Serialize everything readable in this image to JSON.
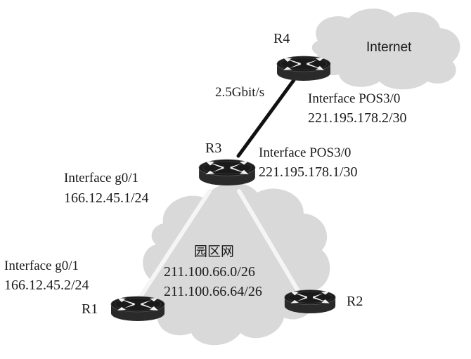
{
  "colors": {
    "cloud_fill": "#d9d9d9",
    "router_body": "#2a2a2a",
    "router_top": "#1a1a1a",
    "router_arrows": "#f2f2f2",
    "wan_link": "#111111",
    "lan_link": "#f5f5f5"
  },
  "internet_cloud": {
    "label": "Internet"
  },
  "campus_cloud": {
    "label": "园区网",
    "subnets": [
      "211.100.66.0/26",
      "211.100.66.64/26"
    ]
  },
  "links": {
    "r3_r4": {
      "speed": "2.5Gbit/s"
    }
  },
  "routers": {
    "r1": {
      "name": "R1",
      "interface": "Interface g0/1",
      "ip": "166.12.45.2/24"
    },
    "r2": {
      "name": "R2"
    },
    "r3": {
      "name": "R3",
      "interface_lan": "Interface g0/1",
      "ip_lan": "166.12.45.1/24",
      "interface_wan": "Interface POS3/0",
      "ip_wan": "221.195.178.1/30"
    },
    "r4": {
      "name": "R4",
      "interface": "Interface POS3/0",
      "ip": "221.195.178.2/30"
    }
  }
}
